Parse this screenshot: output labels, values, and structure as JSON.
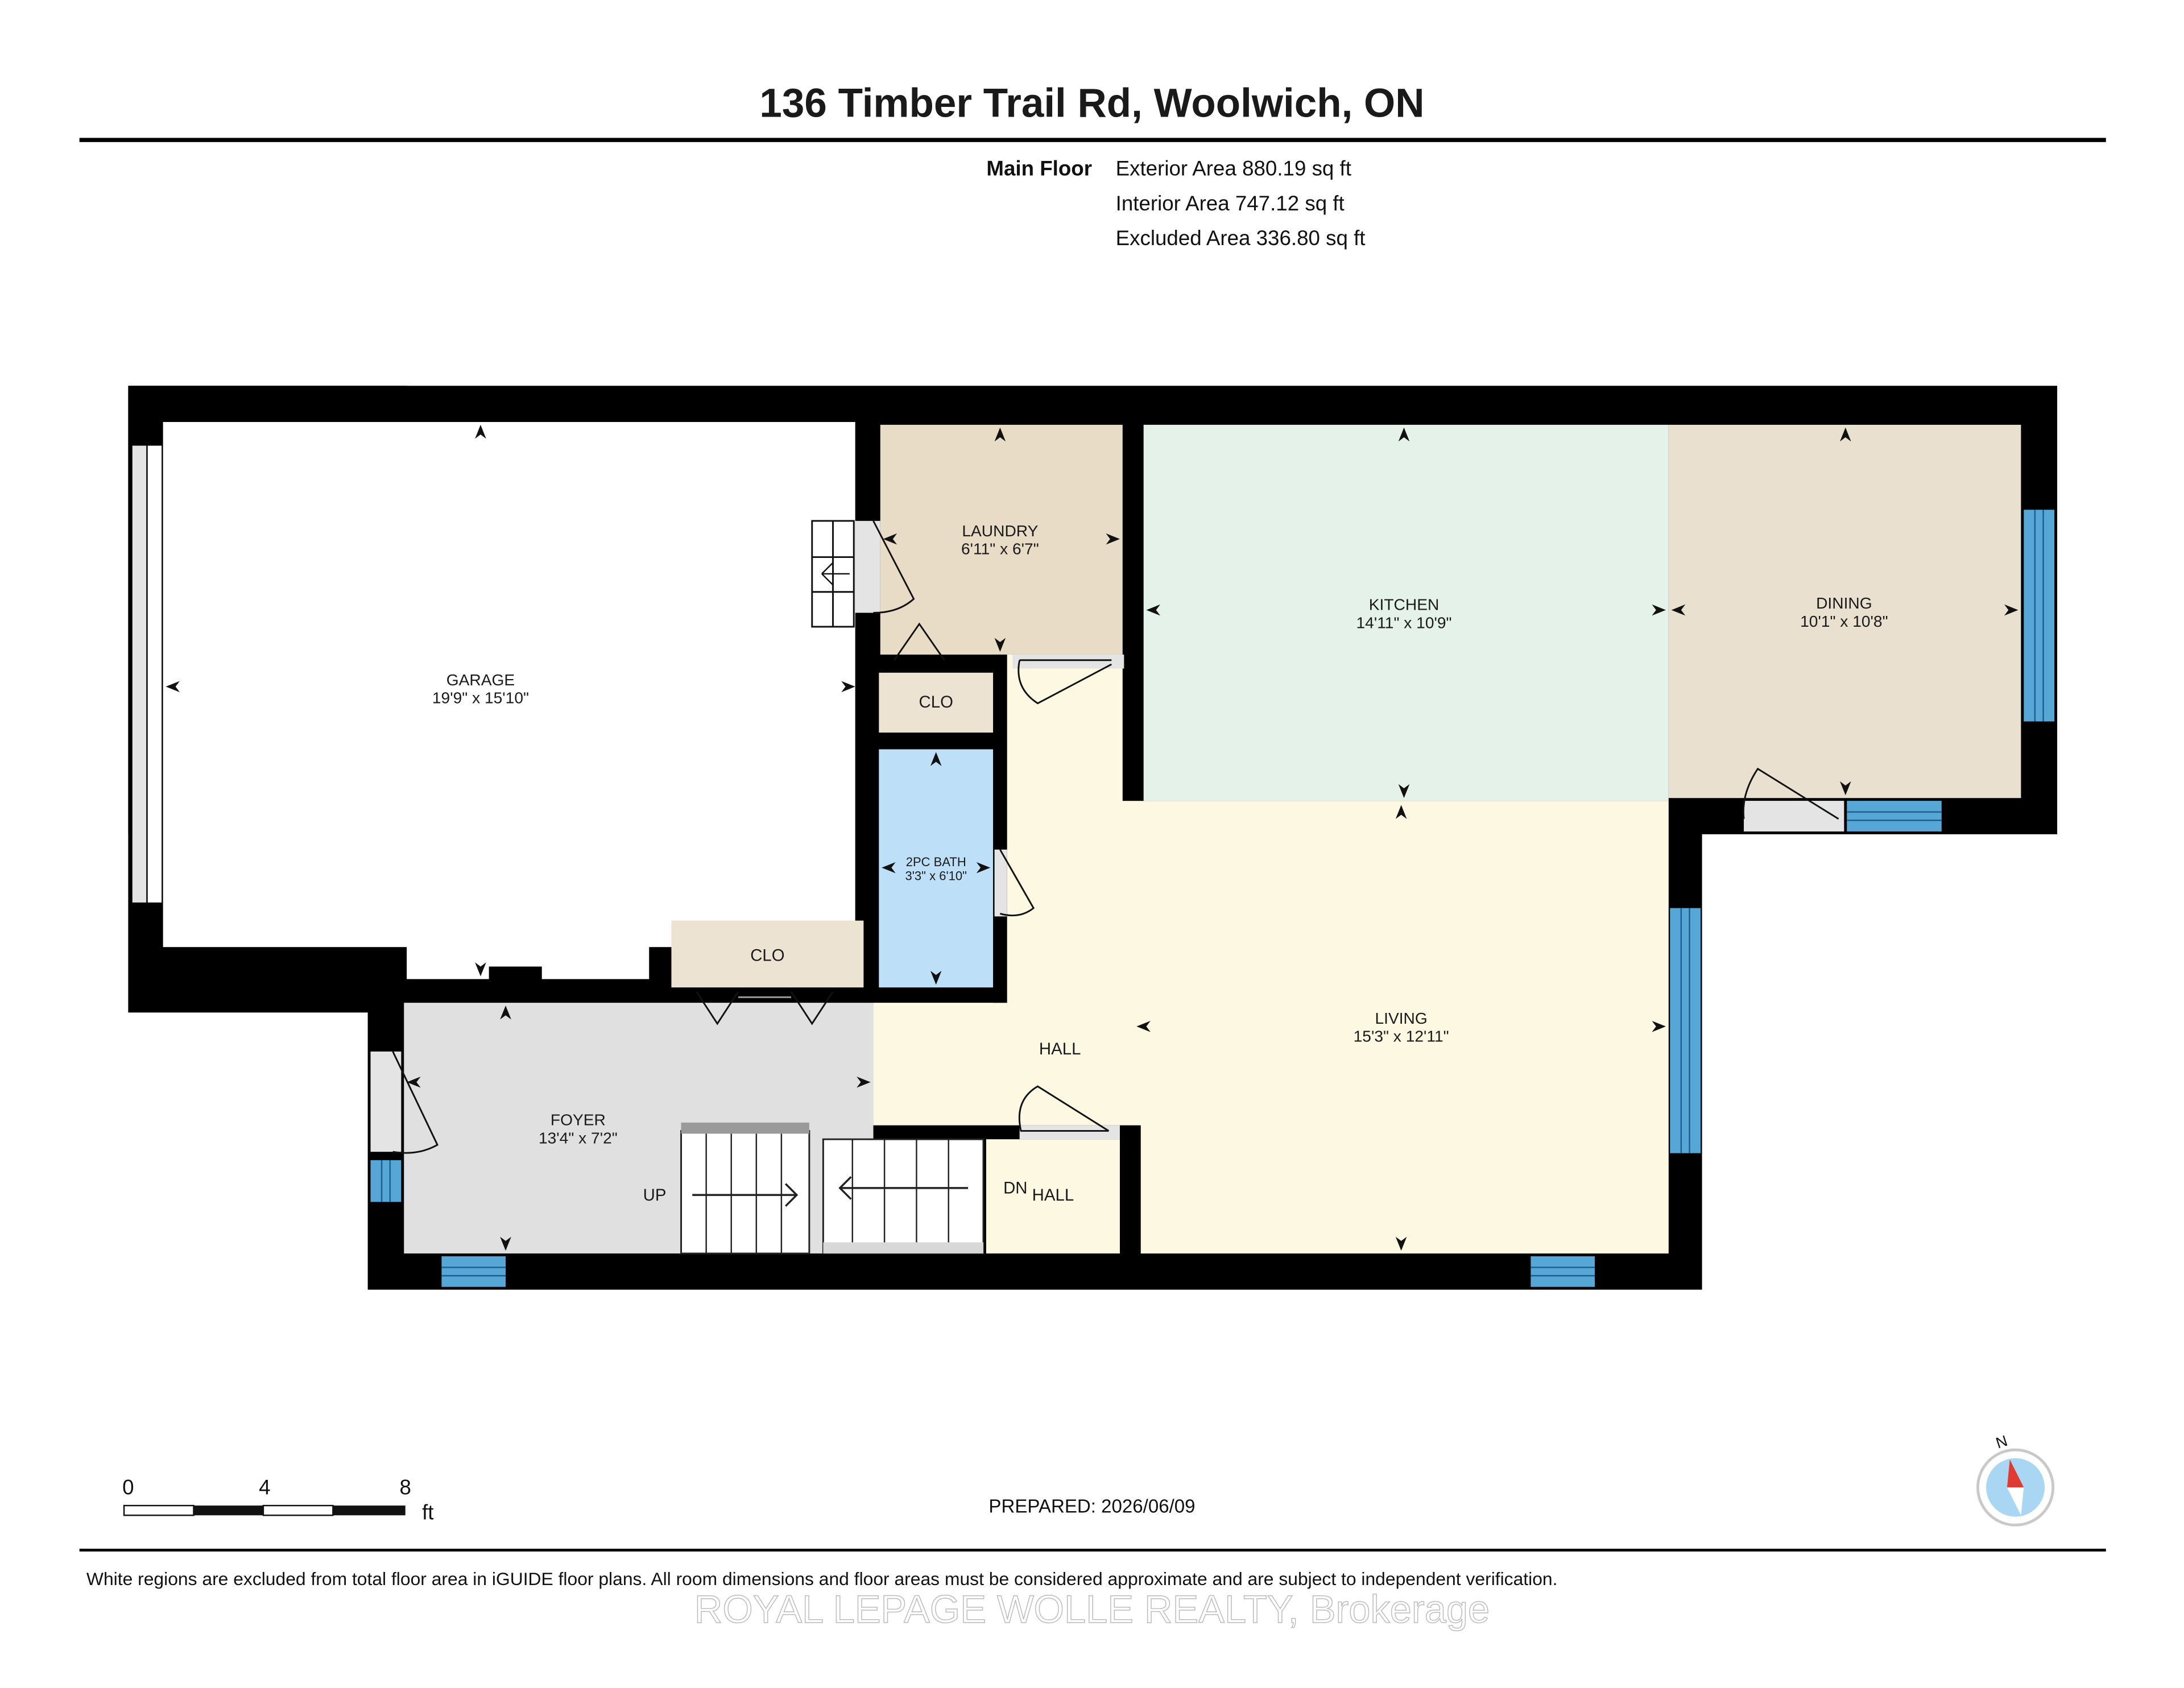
{
  "header": {
    "title": "136 Timber Trail Rd, Woolwich, ON",
    "floor_label": "Main Floor",
    "exterior_area": "Exterior Area 880.19 sq ft",
    "interior_area": "Interior Area 747.12 sq ft",
    "excluded_area": "Excluded Area 336.80 sq ft"
  },
  "rooms": {
    "garage": {
      "name": "GARAGE",
      "dims": "19'9\" x 15'10\""
    },
    "laundry": {
      "name": "LAUNDRY",
      "dims": "6'11\" x 6'7\""
    },
    "kitchen": {
      "name": "KITCHEN",
      "dims": "14'11\" x 10'9\""
    },
    "dining": {
      "name": "DINING",
      "dims": "10'1\" x 10'8\""
    },
    "bath": {
      "name": "2PC BATH",
      "dims": "3'3\" x 6'10\""
    },
    "living": {
      "name": "LIVING",
      "dims": "15'3\" x 12'11\""
    },
    "foyer": {
      "name": "FOYER",
      "dims": "13'4\" x 7'2\""
    },
    "clo_upper": "CLO",
    "clo_lower": "CLO",
    "hall": "HALL",
    "lower_hall": "HALL",
    "up": "UP",
    "dn": "DN"
  },
  "scale": {
    "ticks": [
      "0",
      "4",
      "8"
    ],
    "unit": "ft"
  },
  "prepared": "PREPARED: 2026/06/09",
  "compass": {
    "label": "N"
  },
  "footer": {
    "disclaimer": "White regions are excluded from total floor area in iGUIDE floor plans. All room dimensions and floor areas must be considered approximate and are subject to independent verification.",
    "watermark": "ROYAL LEPAGE WOLLE REALTY, Brokerage"
  },
  "colors": {
    "wall": "#000000",
    "garage": "#ffffff",
    "laundry": "#e8dcc6",
    "kitchen": "#e5f2ea",
    "dining": "#e9e0cf",
    "bath": "#bde0f8",
    "living_hall": "#fcf8e2",
    "foyer": "#e0e0e0",
    "closet": "#ece3d2",
    "window": "#56a6d6"
  }
}
